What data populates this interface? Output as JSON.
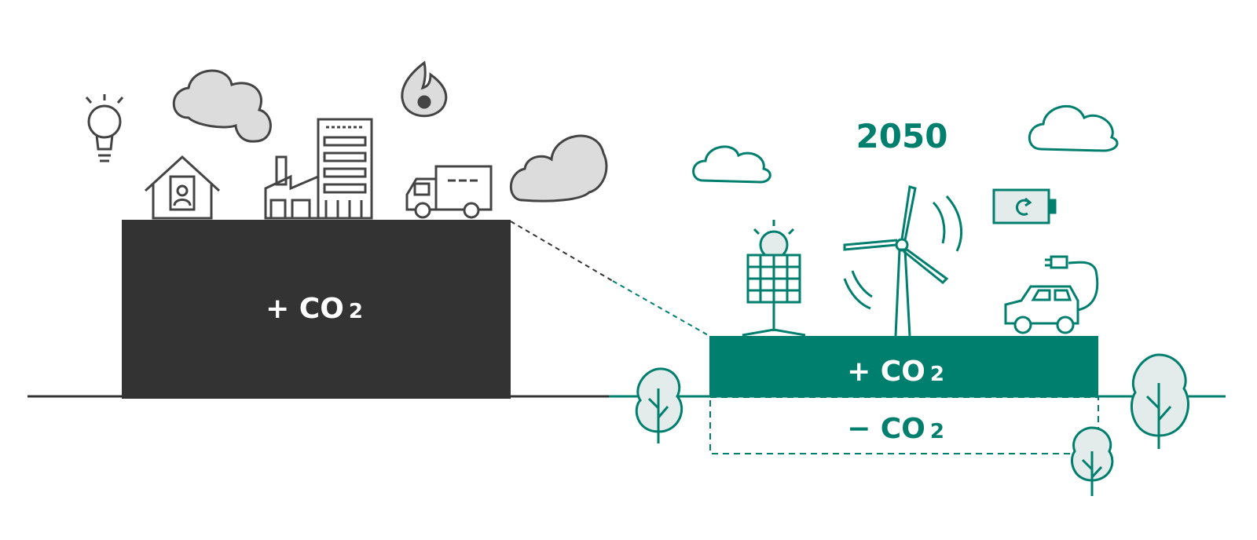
{
  "colors": {
    "dark": "#333333",
    "teal": "#007f6e",
    "cloud_fill": "#dcdcdc",
    "tree_fill": "#e3ecea",
    "line_gray": "#444444"
  },
  "left_block": {
    "label_sign": "+",
    "label_main": "CO",
    "label_sub": "2"
  },
  "right_block": {
    "year": "2050",
    "emission": {
      "label_sign": "+",
      "label_main": "CO",
      "label_sub": "2"
    },
    "absorption": {
      "label_sign": "−",
      "label_main": "CO",
      "label_sub": "2"
    }
  },
  "icons_left": [
    "lightbulb-icon",
    "house-icon",
    "factory-icon",
    "truck-icon",
    "flame-icon",
    "cloud-icon"
  ],
  "icons_right": [
    "solar-panel-icon",
    "wind-turbine-icon",
    "battery-icon",
    "electric-car-icon",
    "tree-icon",
    "cloud-icon"
  ]
}
